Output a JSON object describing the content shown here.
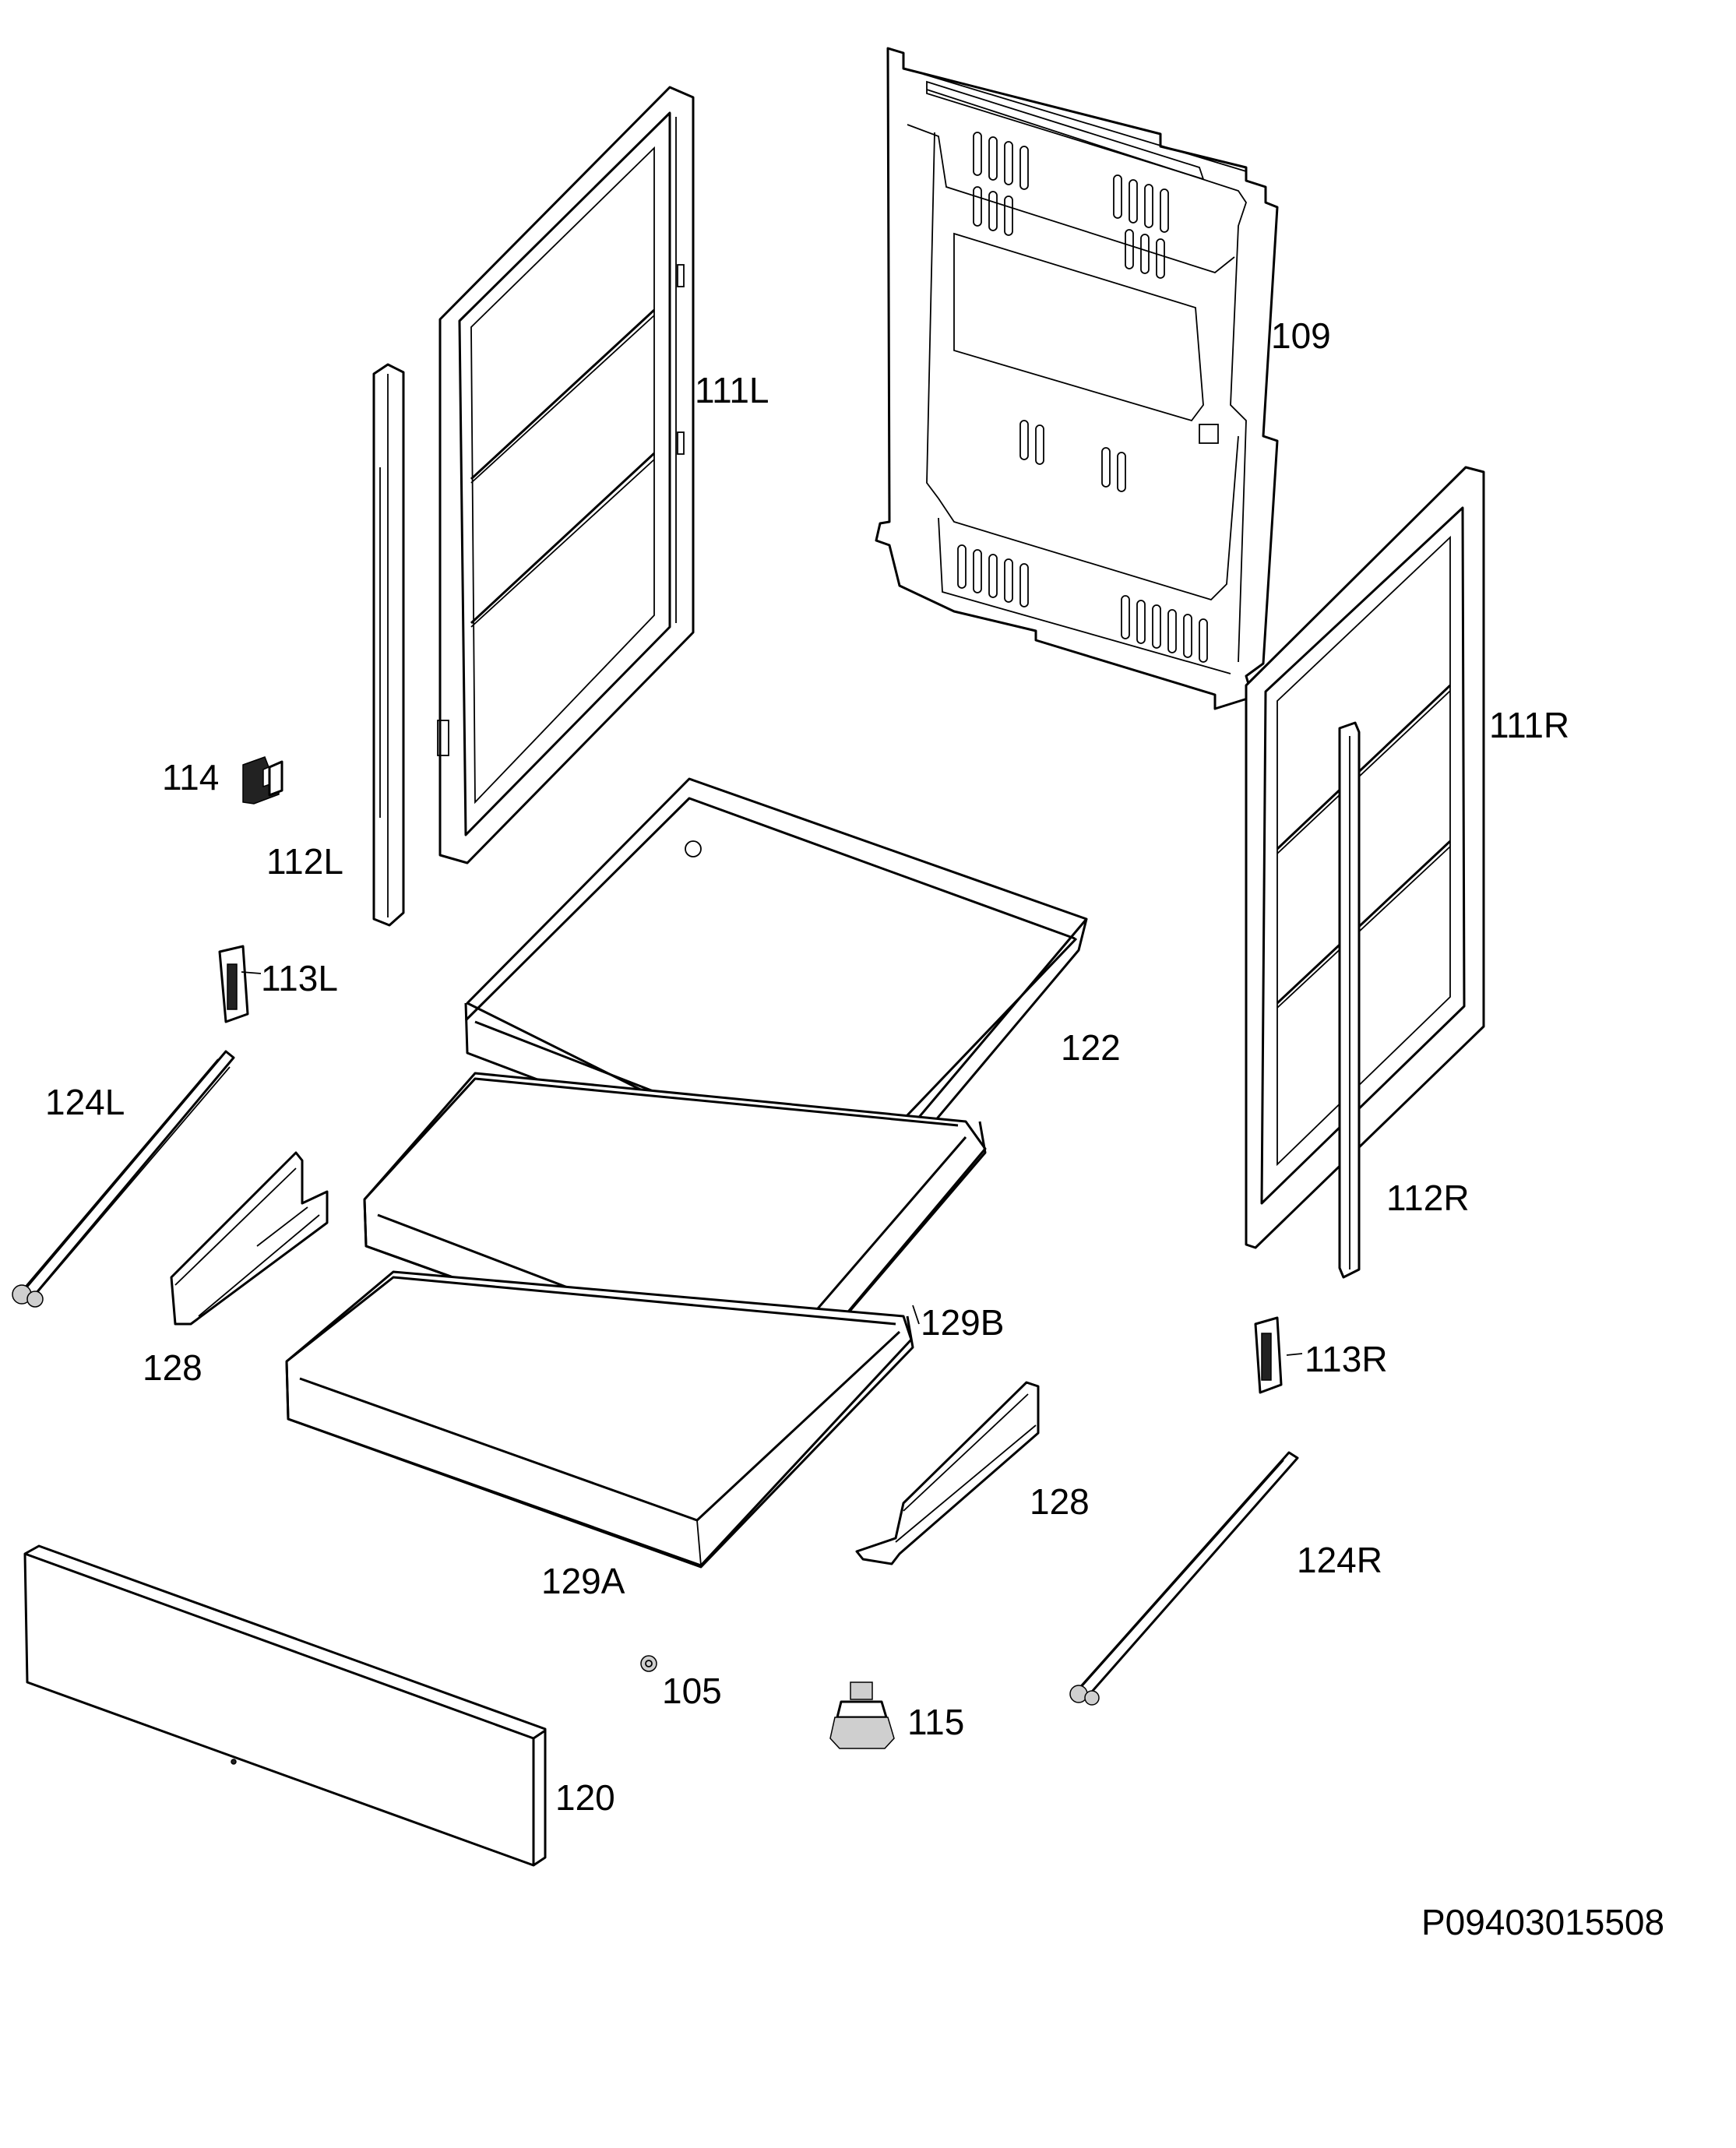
{
  "labels": {
    "p109": "109",
    "p111L": "111L",
    "p111R": "111R",
    "p114": "114",
    "p112L": "112L",
    "p112R": "112R",
    "p113L": "113L",
    "p113R": "113R",
    "p122": "122",
    "p124L": "124L",
    "p124R": "124R",
    "p128a": "128",
    "p128b": "128",
    "p129A": "129A",
    "p129B": "129B",
    "p105": "105",
    "p115": "115",
    "p120": "120"
  },
  "document_code": "P09403015508"
}
